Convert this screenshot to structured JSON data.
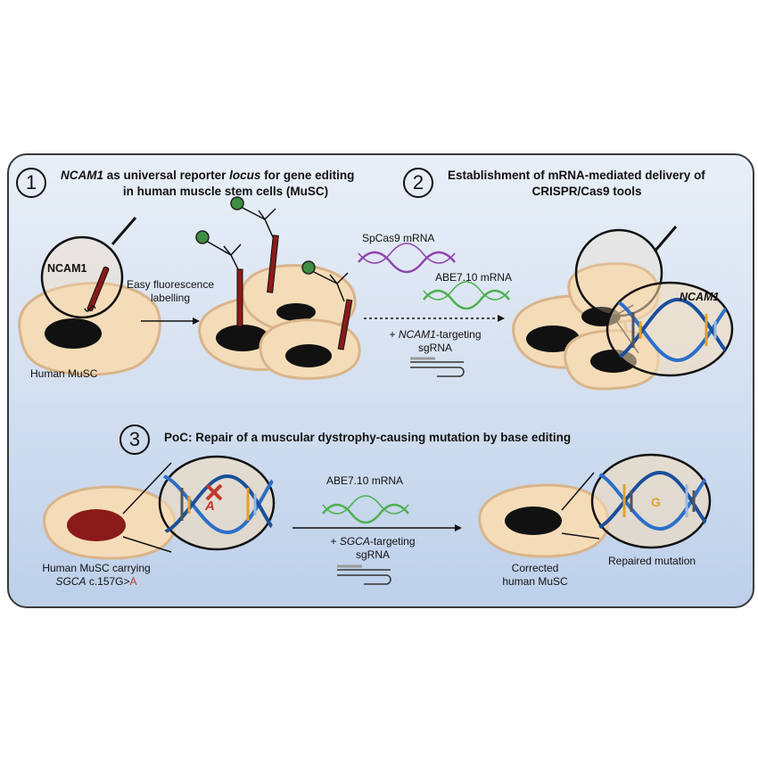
{
  "section1": {
    "number": "1",
    "title_italic_1": "NCAM1",
    "title_part_2": " as universal reporter ",
    "title_italic_3": "locus",
    "title_part_4": " for gene editing",
    "title_line2": "in human muscle stem cells (MuSC)",
    "magnifier_label": "NCAM1",
    "arrow_label_line1": "Easy fluorescence",
    "arrow_label_line2": "labelling",
    "cell_label": "Human MuSC"
  },
  "section2": {
    "number": "2",
    "title_line1": "Establishment of mRNA-mediated delivery of",
    "title_line2": "CRISPR/Cas9 tools",
    "rna1_label": "SpCas9 mRNA",
    "rna2_label": "ABE7.10 mRNA",
    "sgrna_prefix": "+ ",
    "sgrna_italic": "NCAM1",
    "sgrna_suffix": "-targeting",
    "sgrna_line2": "sgRNA",
    "zoom_label": "NCAM1"
  },
  "section3": {
    "number": "3",
    "title": "PoC: Repair of a muscular dystrophy-causing mutation by base editing",
    "base_mutant": "A",
    "base_repaired": "G",
    "rna_label": "ABE7.10 mRNA",
    "sgrna_prefix": "+ ",
    "sgrna_italic": "SGCA",
    "sgrna_suffix": "-targeting",
    "sgrna_line2": "sgRNA",
    "left_label_line1": "Human MuSC carrying",
    "left_label_gene": "SGCA",
    "left_label_variant": " c.157G>",
    "left_label_alt": "A",
    "right_label_line1": "Corrected",
    "right_label_line2": "human MuSC",
    "repaired_label": "Repaired mutation"
  },
  "colors": {
    "cell_fill": "#f5dcb8",
    "cell_stroke": "#d9b48a",
    "nucleus": "#111111",
    "nucleus_mutant": "#8b1a1a",
    "spcas9_rna": "#8e44ad",
    "abe_rna": "#4caf50",
    "dna": "#2c6fc9",
    "antibody_probe": "#8b1a1a",
    "fluorophore": "#3e8e41"
  }
}
